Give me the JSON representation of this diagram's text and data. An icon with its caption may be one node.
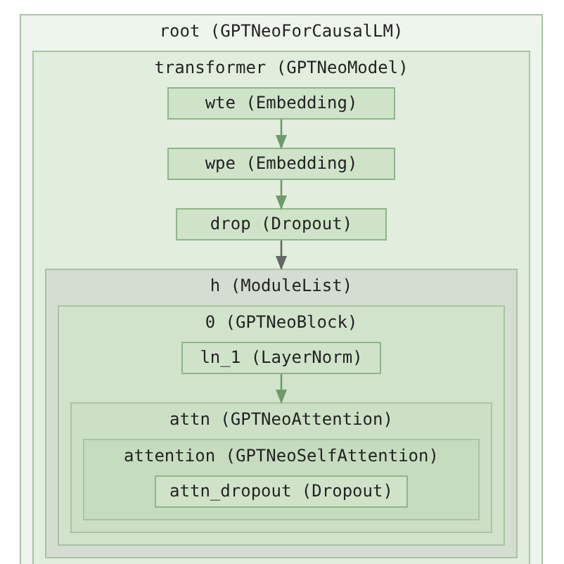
{
  "diagram": {
    "nodes": [
      {
        "text": [
          "root (GPTNeoForCausalLM)"
        ]
      },
      {
        "text": [
          "transformer (GPTNeoModel)"
        ],
        "in": 0
      },
      {
        "text": [
          "wte (Embedding)"
        ],
        "in": 1
      },
      {
        "text": [
          "wpe (Embedding)"
        ],
        "in": 1
      },
      {
        "text": [
          "drop (Dropout)"
        ],
        "in": 1
      },
      {
        "text": [
          "h (ModuleList)"
        ],
        "in": 1
      },
      {
        "text": [
          "0 (GPTNeoBlock)"
        ],
        "in": 5
      },
      {
        "text": [
          "ln_1 (LayerNorm)"
        ],
        "in": 6
      },
      {
        "text": [
          "attn (GPTNeoAttention)"
        ],
        "in": 6
      },
      {
        "text": [
          "attention (GPTNeoSelfAttention)"
        ],
        "in": 8
      },
      {
        "text": [
          "attn_dropout (Dropout)"
        ],
        "in": 9
      }
    ],
    "edges": [
      {
        "from": 2,
        "to": 3,
        "arrow": "to"
      },
      {
        "from": 3,
        "to": 4,
        "arrow": "to"
      },
      {
        "from": 4,
        "to": 5,
        "arrow": "to",
        "color": "#666666"
      },
      {
        "from": 7,
        "to": 8,
        "arrow": "to"
      }
    ]
  }
}
